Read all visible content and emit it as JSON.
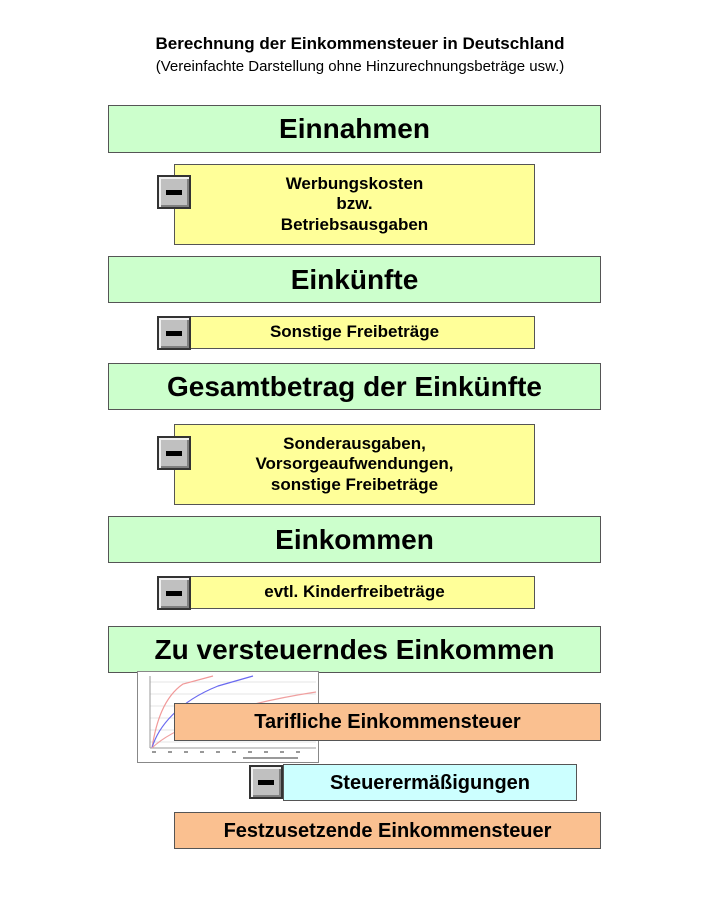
{
  "header": {
    "title": "Berechnung der Einkommensteuer in Deutschland",
    "subtitle": "(Vereinfachte Darstellung ohne Hinzurechnungsbeträge usw.)"
  },
  "steps": {
    "einnahmen": "Einnahmen",
    "werbungskosten": [
      "Werbungskosten",
      "bzw.",
      "Betriebsausgaben"
    ],
    "einkuenfte": "Einkünfte",
    "sonstige_freibetraege": "Sonstige Freibeträge",
    "gesamtbetrag": "Gesamtbetrag der Einkünfte",
    "sonderausgaben": [
      "Sonderausgaben,",
      "Vorsorgeaufwendungen,",
      "sonstige Freibeträge"
    ],
    "einkommen": "Einkommen",
    "kinderfreibetraege": "evtl. Kinderfreibeträge",
    "zve": "Zu versteuerndes Einkommen",
    "tarifliche": "Tarifliche Einkommensteuer",
    "steuerermaessigungen": "Steuerermäßigungen",
    "festzusetzende": "Festzusetzende Einkommensteuer"
  },
  "colors": {
    "green": "#ccffcc",
    "yellow": "#ffff99",
    "orange": "#fac090",
    "cyan": "#ccffff"
  },
  "icons": {
    "minus": "minus-icon",
    "thumbnail": "tax-curve-chart-thumbnail"
  }
}
